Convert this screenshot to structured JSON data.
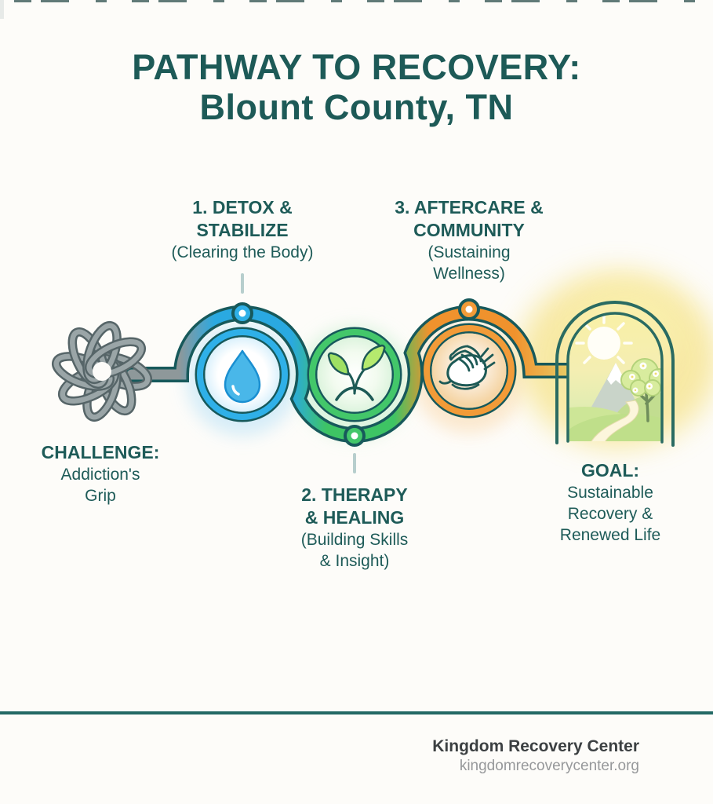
{
  "title": {
    "line1": "PATHWAY TO RECOVERY:",
    "line2": "Blount County, TN"
  },
  "challenge": {
    "heading": "CHALLENGE:",
    "lines": [
      "Addiction's",
      "Grip"
    ],
    "icon": "tangled-knot-icon",
    "accent": "#8e989a"
  },
  "steps": [
    {
      "title_lines": [
        "1. DETOX &",
        "STABILIZE"
      ],
      "subtitle_lines": [
        "(Clearing the Body)"
      ],
      "icon": "water-drop-icon",
      "accent": "#2fb0e8"
    },
    {
      "title_lines": [
        "2. THERAPY",
        "& HEALING"
      ],
      "subtitle_lines": [
        "(Building Skills",
        "& Insight)"
      ],
      "icon": "sprout-icon",
      "accent": "#43c76a"
    },
    {
      "title_lines": [
        "3. AFTERCARE &",
        "COMMUNITY"
      ],
      "subtitle_lines": [
        "(Sustaining",
        "Wellness)"
      ],
      "icon": "helping-hands-icon",
      "accent": "#f29b38"
    }
  ],
  "goal": {
    "heading": "GOAL:",
    "lines": [
      "Sustainable",
      "Recovery &",
      "Renewed Life"
    ],
    "icon": "archway-landscape-icon"
  },
  "footer": {
    "org_name": "Kingdom Recovery Center",
    "website": "kingdomrecoverycenter.org"
  },
  "colors": {
    "text": "#1e5b58",
    "title": "#1d5a57",
    "path_outline": "#17595b",
    "knot_gray": "#9aa5a7",
    "blue": "#2aa9e1",
    "green": "#3ec464",
    "orange": "#f0922d",
    "gold_glow": "#f6e48f",
    "divider": "#236965",
    "footer_name": "#3c4042",
    "footer_url": "#96989a"
  }
}
